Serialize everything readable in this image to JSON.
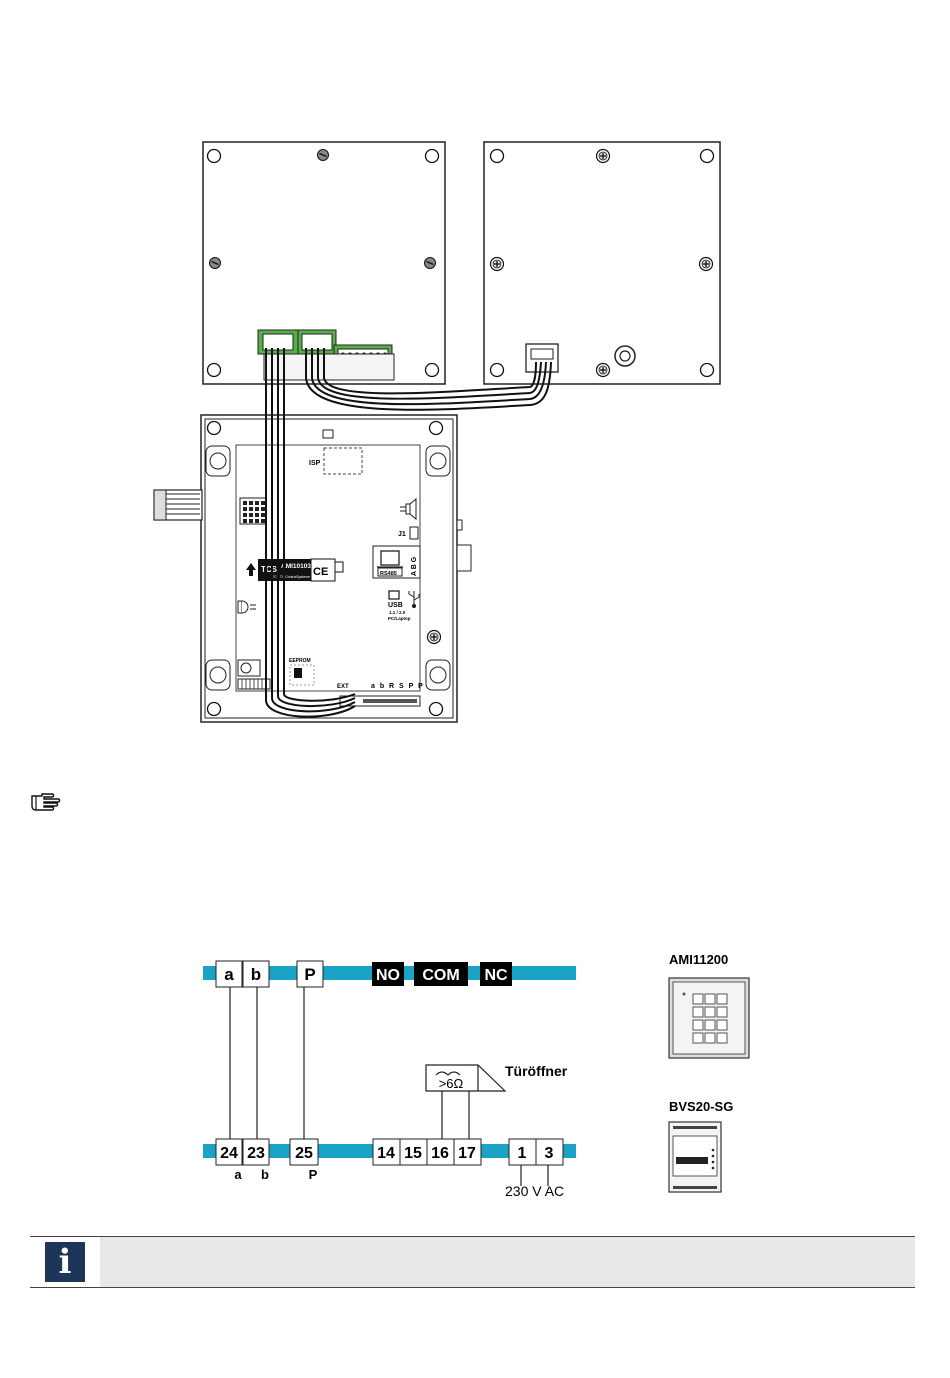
{
  "mount": {
    "isp": "ISP",
    "j1": "J1",
    "rs485": "RS485",
    "abg": "A B G",
    "usb": "USB",
    "usb_version": "1.1 / 2.0",
    "pc_laptop": "PC/Laptop",
    "module_code": "AMI10103",
    "module_sub": "TCS TürControlSysteme AG",
    "brand": "TCS",
    "ce": "CE",
    "eeprom": "EEPROM",
    "ext": "EXT",
    "ext_terminals": "a b R S P P"
  },
  "wiring": {
    "top_terminals": [
      "a",
      "b",
      "P"
    ],
    "relay_labels": [
      "NO",
      "COM",
      "NC"
    ],
    "opener_symbol": ">6Ω",
    "opener_label": "Türöffner",
    "bottom_terminals": [
      "24",
      "23",
      "25",
      "14",
      "15",
      "16",
      "17",
      "1",
      "3"
    ],
    "bottom_letters": [
      "a",
      "b",
      "P"
    ],
    "supply_label": "230 V AC"
  },
  "devices": {
    "keypad_label": "AMI11200",
    "power_label": "BVS20-SG"
  },
  "info": {
    "icon": "i"
  },
  "colors": {
    "bus_bar": "#1aa3c4",
    "connector_green": "#57b046",
    "info_icon": "#1d3558"
  }
}
